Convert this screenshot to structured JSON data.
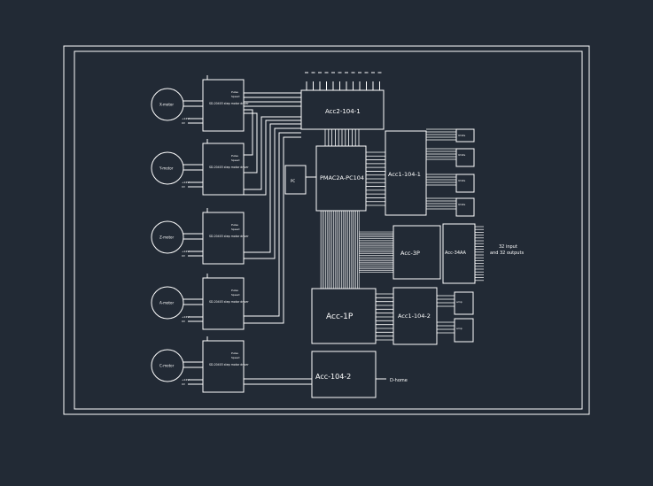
{
  "colors": {
    "background": "#222a35",
    "line": "#ffffff"
  },
  "motors": [
    {
      "label": "X-motor",
      "driver": "SD-20403 step motor driver"
    },
    {
      "label": "Y-motor",
      "driver": "SD-20403 step motor driver"
    },
    {
      "label": "Z-motor",
      "driver": "SD-20403 step motor driver"
    },
    {
      "label": "A-motor",
      "driver": "SD-20403 step motor driver"
    },
    {
      "label": "C-motor",
      "driver": "SD-20403 step motor driver"
    }
  ],
  "drivers_side": {
    "pulse": "Pulse",
    "speed": "Speed",
    "power": "+24V",
    "gnd": "0V"
  },
  "blocks": {
    "acc2": "Acc2-104-1",
    "pmac": "PMAC2A-PC104",
    "pc": "PC",
    "acc1": "Acc1-104-1",
    "acc3p": "Acc-3P",
    "acc34aa": "Acc-34AA",
    "acc1p": "Acc-1P",
    "acc1_2": "Acc1-104-2",
    "acc104_2": "Acc-104-2",
    "d_home": "D-home"
  },
  "io_note": [
    "32 input",
    "and 32 outputs"
  ],
  "limit_boxes": [
    "limits",
    "limits",
    "limits",
    "limits"
  ],
  "amp_boxes": [
    "amp",
    "amp"
  ]
}
